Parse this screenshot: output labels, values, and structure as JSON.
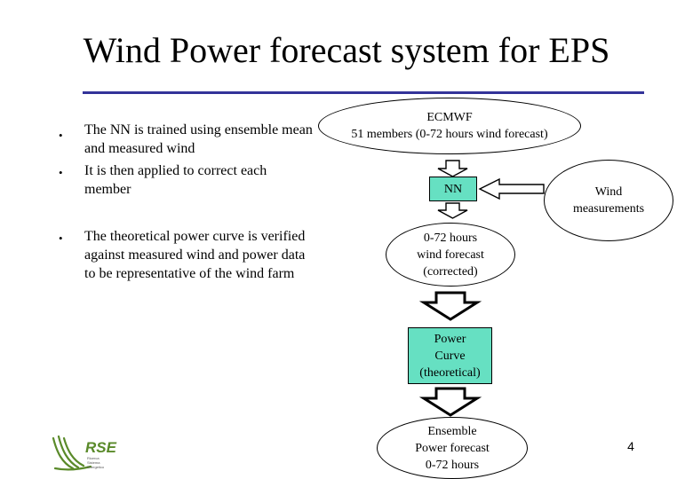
{
  "slide": {
    "title": "Wind Power forecast system for EPS",
    "page_number": "4"
  },
  "bullets": [
    {
      "marker": "•",
      "text": "The NN is trained using ensemble mean and measured wind"
    },
    {
      "marker": "•",
      "text": "It is then applied to correct each member"
    },
    {
      "marker": "•",
      "text": "The theoretical power curve is verified against measured wind and power data to be representative of the wind farm"
    }
  ],
  "flow": {
    "ecmwf": [
      "ECMWF",
      "51 members (0-72 hours wind forecast)"
    ],
    "nn": "NN",
    "wind_measurements": [
      "Wind",
      "measurements"
    ],
    "corrected": [
      "0-72 hours",
      "wind forecast",
      "(corrected)"
    ],
    "power_curve": [
      "Power",
      "Curve",
      "(theoretical)"
    ],
    "ensemble": [
      "Ensemble",
      "Power forecast",
      "0-72 hours"
    ]
  },
  "logo": {
    "text": "RSE",
    "tagline": [
      "Ricerca",
      "Sistema",
      "Energetico"
    ]
  },
  "colors": {
    "rule": "#333399",
    "highlight": "#66e0c2",
    "logo": "#5a8a2a"
  }
}
